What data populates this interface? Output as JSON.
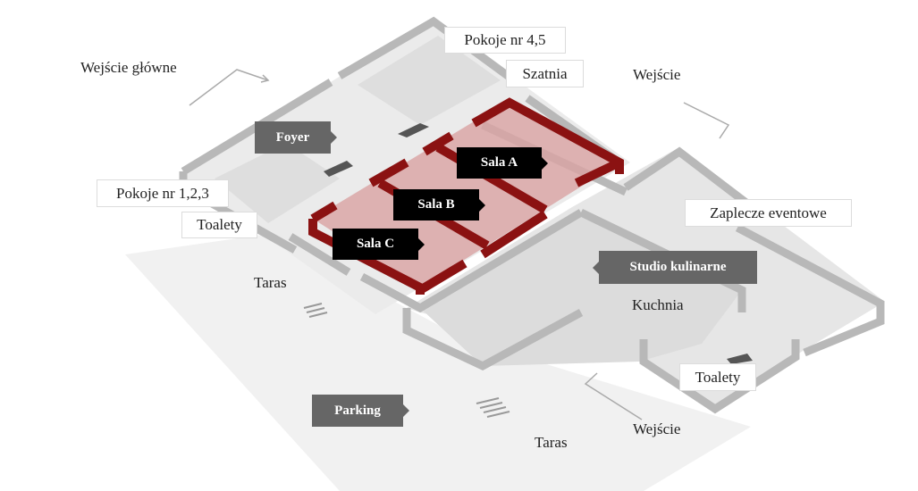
{
  "labels": {
    "main_entrance": "Wejście główne",
    "rooms_4_5": "Pokoje nr 4,5",
    "cloakroom": "Szatnia",
    "entrance_top": "Wejście",
    "foyer": "Foyer",
    "hall_a": "Sala A",
    "hall_b": "Sala B",
    "hall_c": "Sala C",
    "rooms_1_2_3": "Pokoje nr 1,2,3",
    "toilets_left": "Toalety",
    "event_backroom": "Zaplecze eventowe",
    "culinary_studio": "Studio kulinarne",
    "kitchen": "Kuchnia",
    "terrace_left": "Taras",
    "toilets_right": "Toalety",
    "parking": "Parking",
    "entrance_bottom": "Wejście",
    "terrace_bottom": "Taras"
  },
  "colors": {
    "halls_accent": "#8b1212",
    "halls_fill": "#d9a3a3",
    "tag_dark": "#666666",
    "tag_black": "#000000",
    "wall": "#b8b8b8",
    "floor": "#ebebeb"
  }
}
